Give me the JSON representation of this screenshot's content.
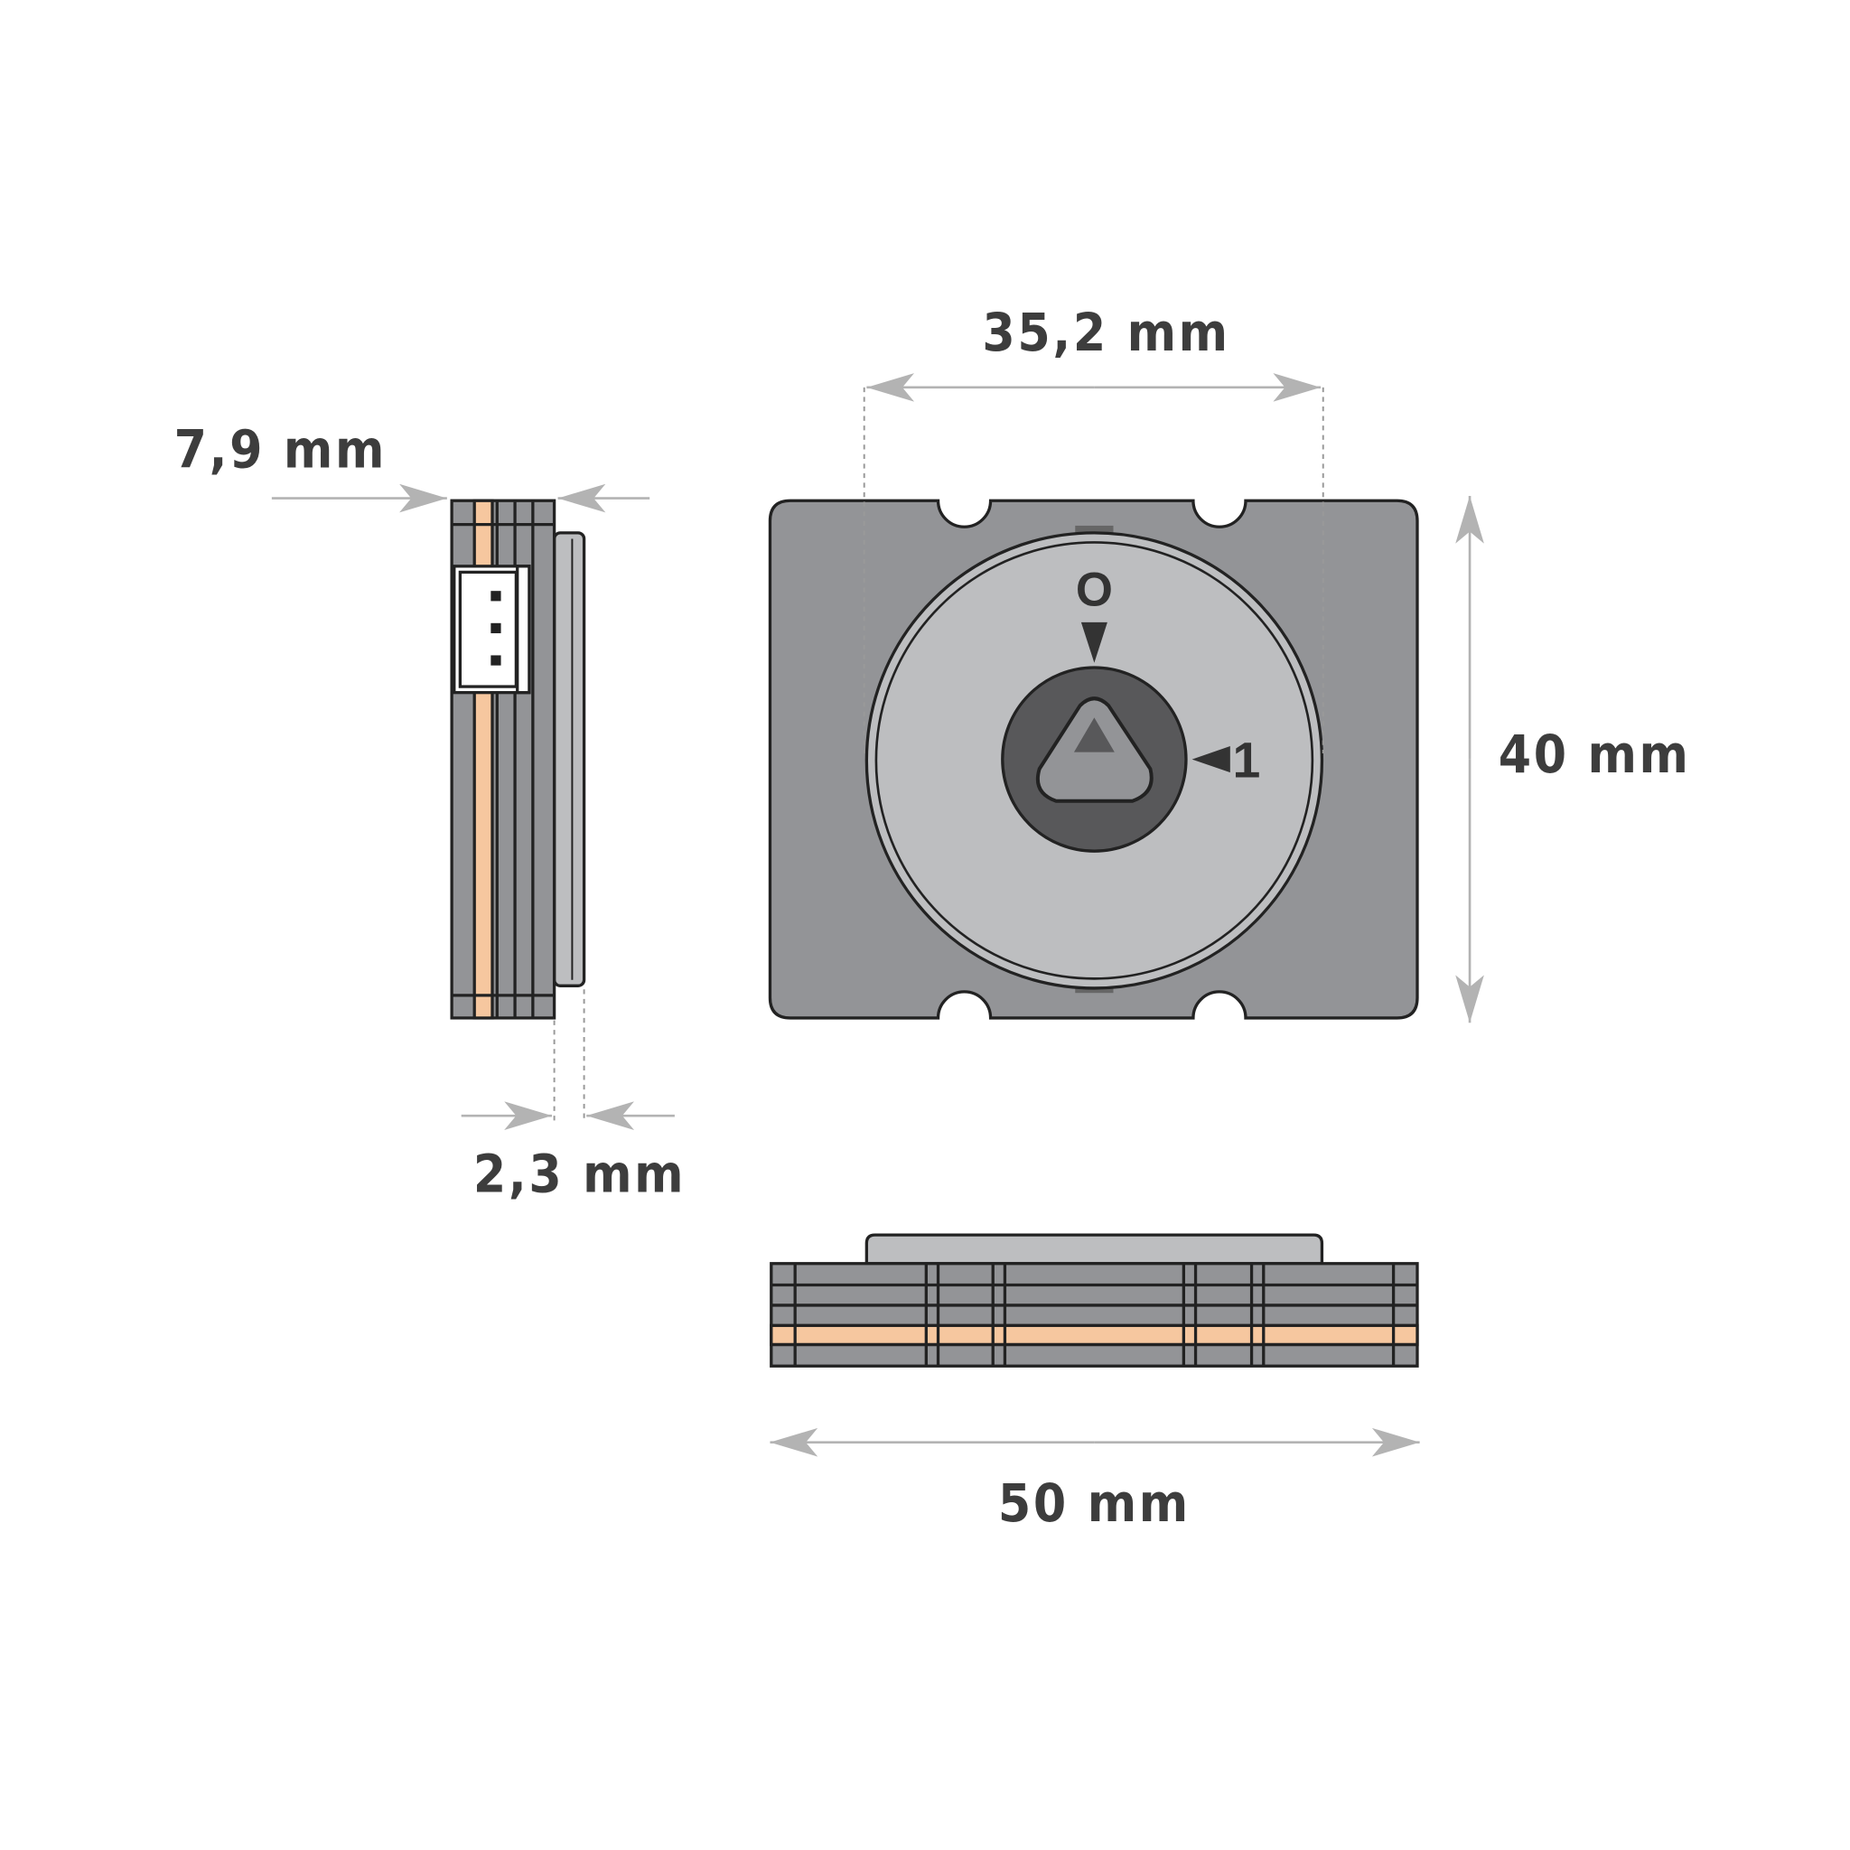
{
  "dimensions": {
    "depth_total": "7,9 mm",
    "knob_height": "2,3 mm",
    "knob_diameter": "35,2 mm",
    "height": "40 mm",
    "width": "50 mm"
  },
  "knob_marks": {
    "off": "O",
    "on": "1"
  },
  "colors": {
    "body": "#939497",
    "knob": "#bdbec0",
    "center": "#58585a",
    "copper_layer": "#f6c79f",
    "dimension_line": "#b3b3b3",
    "text": "#3d3d3d"
  }
}
